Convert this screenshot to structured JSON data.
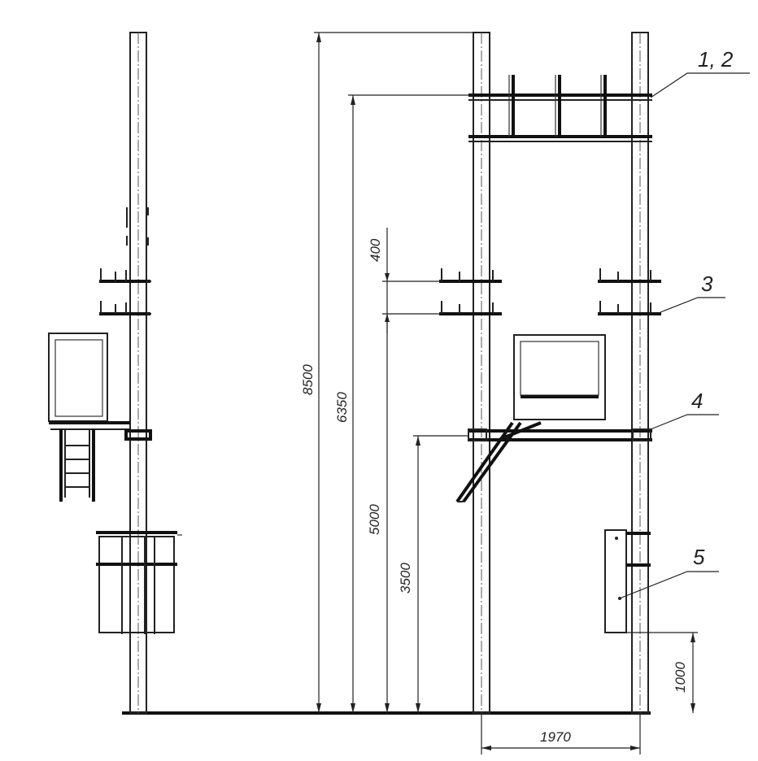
{
  "dimensions": {
    "h8500": "8500",
    "h6350": "6350",
    "h400": "400",
    "h5000": "5000",
    "h3500": "3500",
    "h1000": "1000",
    "w1970": "1970"
  },
  "callouts": {
    "c12": "1, 2",
    "c3": "3",
    "c4": "4",
    "c5": "5"
  }
}
